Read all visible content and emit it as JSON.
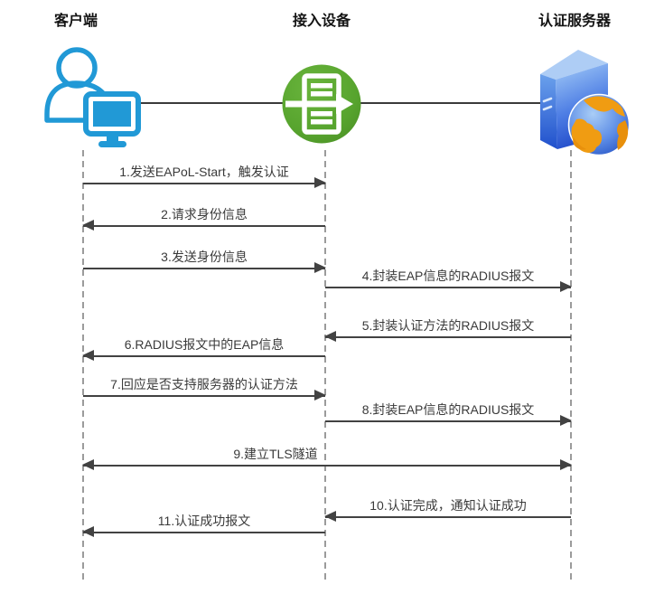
{
  "diagram": {
    "type": "sequence-diagram",
    "topic": "802.1X EAP authentication message flow"
  },
  "actors": [
    {
      "label": "客户端",
      "icon": "person-with-monitor-icon",
      "lifeline": "dashed"
    },
    {
      "label": "接入设备",
      "icon": "switch-forwarding-icon",
      "lifeline": "dashed"
    },
    {
      "label": "认证服务器",
      "icon": "server-globe-icon",
      "lifeline": "dashed"
    }
  ],
  "messages": [
    {
      "label": "1.发送EAPoL-Start，触发认证",
      "from": "客户端",
      "to": "接入设备",
      "direction": "right"
    },
    {
      "label": "2.请求身份信息",
      "from": "接入设备",
      "to": "客户端",
      "direction": "left"
    },
    {
      "label": "3.发送身份信息",
      "from": "客户端",
      "to": "接入设备",
      "direction": "right"
    },
    {
      "label": "4.封装EAP信息的RADIUS报文",
      "from": "接入设备",
      "to": "认证服务器",
      "direction": "right"
    },
    {
      "label": "5.封装认证方法的RADIUS报文",
      "from": "认证服务器",
      "to": "接入设备",
      "direction": "left"
    },
    {
      "label": "6.RADIUS报文中的EAP信息",
      "from": "接入设备",
      "to": "客户端",
      "direction": "left"
    },
    {
      "label": "7.回应是否支持服务器的认证方法",
      "from": "客户端",
      "to": "接入设备",
      "direction": "right"
    },
    {
      "label": "8.封装EAP信息的RADIUS报文",
      "from": "接入设备",
      "to": "认证服务器",
      "direction": "right"
    },
    {
      "label": "9.建立TLS隧道",
      "from": "客户端",
      "to": "认证服务器",
      "direction": "both"
    },
    {
      "label": "10.认证完成，通知认证成功",
      "from": "认证服务器",
      "to": "接入设备",
      "direction": "left"
    },
    {
      "label": "11.认证成功报文",
      "from": "接入设备",
      "to": "客户端",
      "direction": "left"
    }
  ],
  "colors": {
    "client_blue": "#2199d6",
    "device_green": "#57a12e",
    "server_blue_dark": "#1f48c8",
    "server_blue_light": "#9dc6f6",
    "globe_orange": "#f09c12",
    "lifeline_gray": "#9b9b9b",
    "arrow_dark": "#424242",
    "text": "#3a3a3a"
  }
}
